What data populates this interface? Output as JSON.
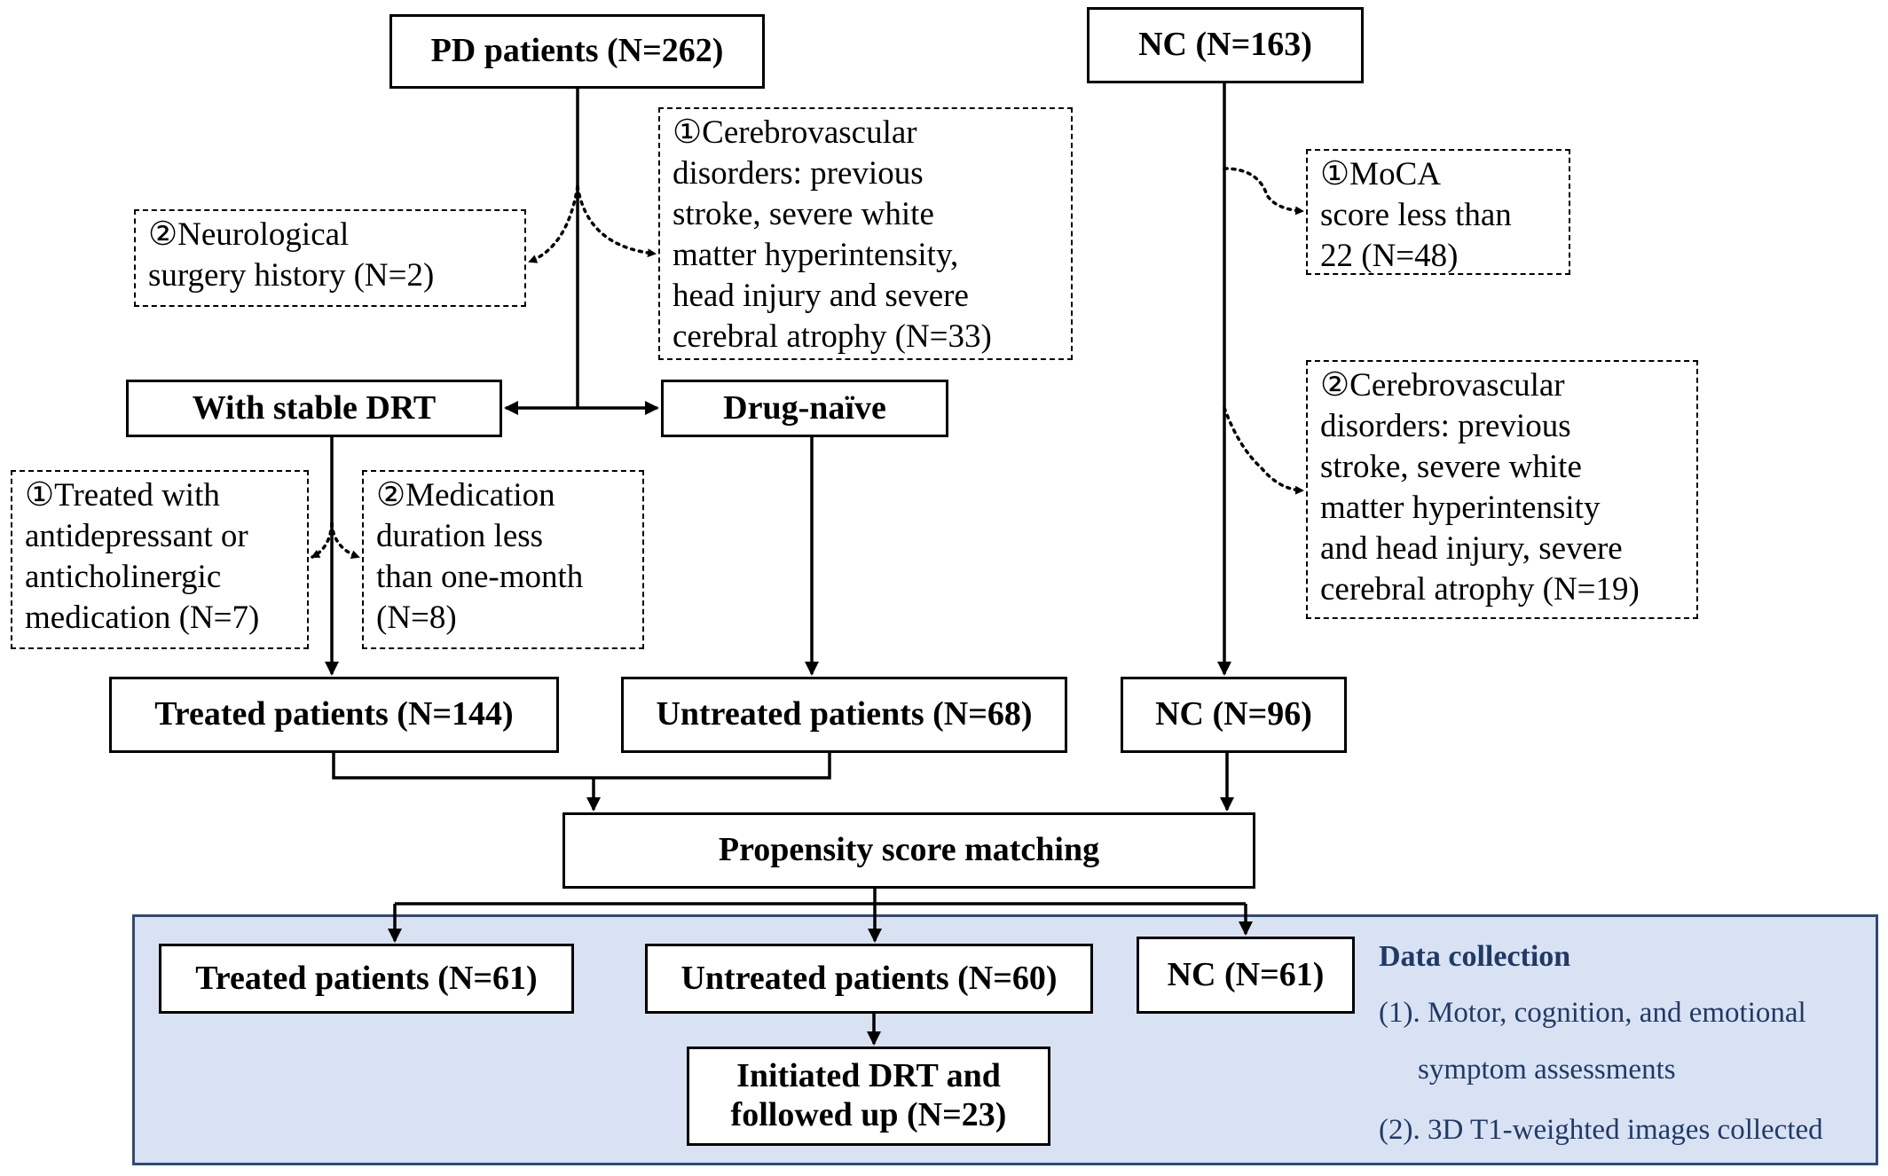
{
  "boxes": {
    "pd_patients": "PD patients (N=262)",
    "nc_initial": "NC (N=163)",
    "with_stable_drt": "With stable DRT",
    "drug_naive": "Drug-naïve",
    "treated_patients": "Treated patients (N=144)",
    "untreated_patients": "Untreated patients (N=68)",
    "nc_96": "NC (N=96)",
    "psm": "Propensity score matching",
    "treated_61": "Treated patients (N=61)",
    "untreated_60": "Untreated patients (N=60)",
    "nc_61": "NC (N=61)",
    "initiated_line1": "Initiated DRT and",
    "initiated_line2": "followed up (N=23)"
  },
  "exclusions": {
    "pd_neuro_surgery": [
      "②Neurological",
      "surgery history (N=2)"
    ],
    "pd_cerebrovascular": [
      "①Cerebrovascular",
      "disorders: previous",
      "stroke, severe white",
      "matter hyperintensity,",
      "head injury and severe",
      "cerebral atrophy (N=33)"
    ],
    "nc_moca": [
      "①MoCA",
      "score less than",
      "22 (N=48)"
    ],
    "nc_cerebrovascular": [
      "②Cerebrovascular",
      "disorders: previous",
      "stroke, severe white",
      "matter hyperintensity",
      "and head injury, severe",
      "cerebral atrophy (N=19)"
    ],
    "drt_antidepressant": [
      "①Treated with",
      "antidepressant or",
      "anticholinergic",
      "medication (N=7)"
    ],
    "drt_duration": [
      "②Medication",
      "duration less",
      "than one-month",
      "(N=8)"
    ]
  },
  "data_collection": {
    "title": "Data collection",
    "item1_line1": "(1). Motor, cognition, and emotional",
    "item1_line2": "symptom assessments",
    "item2": "(2). 3D T1-weighted images collected"
  },
  "colors": {
    "panel_fill": "#d9e2f3",
    "panel_border": "#2e4a73",
    "data_collection_text": "#1f3a66"
  }
}
